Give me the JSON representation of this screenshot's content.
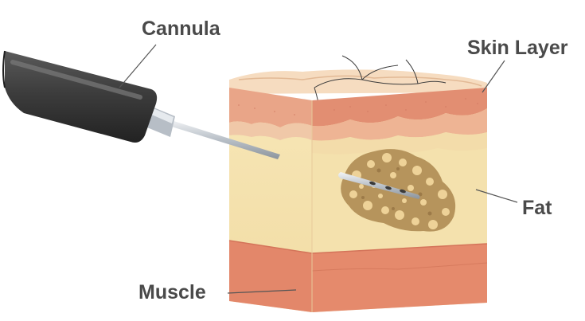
{
  "labels": {
    "cannula": "Cannula",
    "skin_layer": "Skin Layer",
    "fat": "Fat",
    "muscle": "Muscle"
  },
  "colors": {
    "skin_surface": "#f6dcc0",
    "dermis": "#e8a084",
    "fat": "#f5e5b0",
    "fat_cluster": "#b6945c",
    "fat_globule": "#eed298",
    "muscle": "#e3876a",
    "cannula_handle": "#3b3b3b",
    "cannula_needle": "#c9cfd6",
    "label_text": "#4a4a4a",
    "leader_line": "#555555"
  },
  "icons": {
    "cannula": "cannula-icon",
    "tissue_block": "tissue-block-icon"
  }
}
